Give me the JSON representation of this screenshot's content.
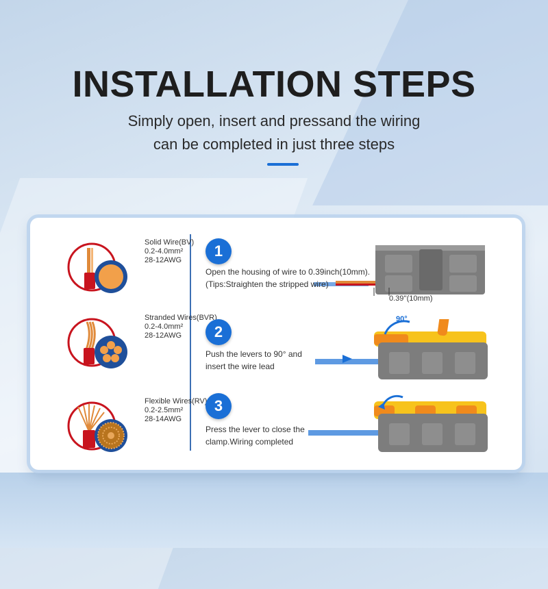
{
  "header": {
    "title": "INSTALLATION STEPS",
    "subtitle_line1": "Simply open, insert and pressand the wiring",
    "subtitle_line2": "can be completed in just three steps"
  },
  "wires": [
    {
      "type": "Solid Wire(BV)",
      "range": "0.2-4.0mm²",
      "awg": "28-12AWG"
    },
    {
      "type": "Stranded Wires(BVR)",
      "range": "0.2-4.0mm²",
      "awg": "28-12AWG"
    },
    {
      "type": "Flexible Wires(RV)",
      "range": "0.2-2.5mm²",
      "awg": "28-14AWG"
    }
  ],
  "steps": [
    {
      "number": "1",
      "line1": "Open the housing of wire to 0.39inch(10mm).",
      "line2": "(Tips:Straighten the stripped wire)",
      "dimension": "0.39''(10mm)"
    },
    {
      "number": "2",
      "line1": "Push the levers to 90° and",
      "line2": "insert the wire lead",
      "angle": "90°"
    },
    {
      "number": "3",
      "line1": "Press the lever to close the",
      "line2": "clamp.Wiring completed"
    }
  ],
  "colors": {
    "accent": "#1a6fd6",
    "housing": "#7d7d7d",
    "lever_orange": "#f08a1c",
    "lever_yellow": "#f7c31c",
    "wire_red": "#c8141e",
    "copper": "#e08a3a"
  }
}
